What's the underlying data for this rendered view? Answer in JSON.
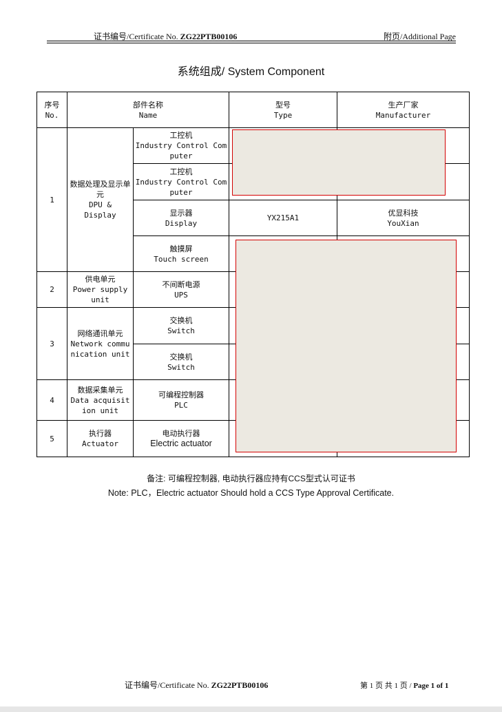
{
  "header": {
    "cert_prefix": "证书编号/Certificate No.",
    "cert_no": "ZG22PTB00106",
    "page_label": "附页/Additional Page"
  },
  "title": "系统组成/ System Component",
  "table": {
    "headers": {
      "no": [
        "序号",
        "No."
      ],
      "name": [
        "部件名称",
        "Name"
      ],
      "type": [
        "型号",
        "Type"
      ],
      "manufacturer": [
        "生产厂家",
        "Manufacturer"
      ]
    },
    "groups": [
      {
        "no": "1",
        "name": [
          "数据处理及显示单元",
          "DPU &",
          "Display"
        ]
      },
      {
        "no": "2",
        "name": [
          "供电单元",
          "Power supply unit"
        ]
      },
      {
        "no": "3",
        "name": [
          "网络通讯单元",
          "Network communication unit"
        ]
      },
      {
        "no": "4",
        "name": [
          "数据采集单元",
          "Data acquisition unit"
        ]
      },
      {
        "no": "5",
        "name": [
          "执行器",
          "Actuator"
        ]
      }
    ],
    "components": [
      {
        "name": [
          "工控机",
          "Industry Control Computer"
        ],
        "type": "",
        "manufacturer": ""
      },
      {
        "name": [
          "工控机",
          "Industry Control Computer"
        ],
        "type": "",
        "manufacturer": ""
      },
      {
        "name": [
          "显示器",
          "Display"
        ],
        "type": "YX215A1",
        "manufacturer": [
          "优显科技",
          "YouXian"
        ]
      },
      {
        "name": [
          "触摸屏",
          "Touch screen"
        ],
        "type": "",
        "manufacturer": ""
      },
      {
        "name": [
          "不间断电源",
          "UPS"
        ],
        "type": "",
        "manufacturer": ""
      },
      {
        "name": [
          "交换机",
          "Switch"
        ],
        "type": "",
        "manufacturer": ""
      },
      {
        "name": [
          "交换机",
          "Switch"
        ],
        "type": "",
        "manufacturer": ""
      },
      {
        "name": [
          "可编程控制器",
          "PLC"
        ],
        "type": "",
        "manufacturer": ""
      },
      {
        "name": [
          "电动执行器",
          "Electric actuator"
        ],
        "type": "",
        "manufacturer": ""
      }
    ]
  },
  "notes": {
    "cn": "备注: 可编程控制器, 电动执行器应持有CCS型式认可证书",
    "en": "Note: PLC，Electric actuator Should hold a CCS Type Approval Certificate."
  },
  "footer": {
    "cert_prefix": "证书编号/Certificate No.",
    "cert_no": "ZG22PTB00106",
    "page_cn": "第 1 页 共 1 页 / ",
    "page_en": "Page 1 of 1"
  },
  "colors": {
    "redaction_fill": "#ece9e1",
    "redaction_border": "#d40000"
  }
}
